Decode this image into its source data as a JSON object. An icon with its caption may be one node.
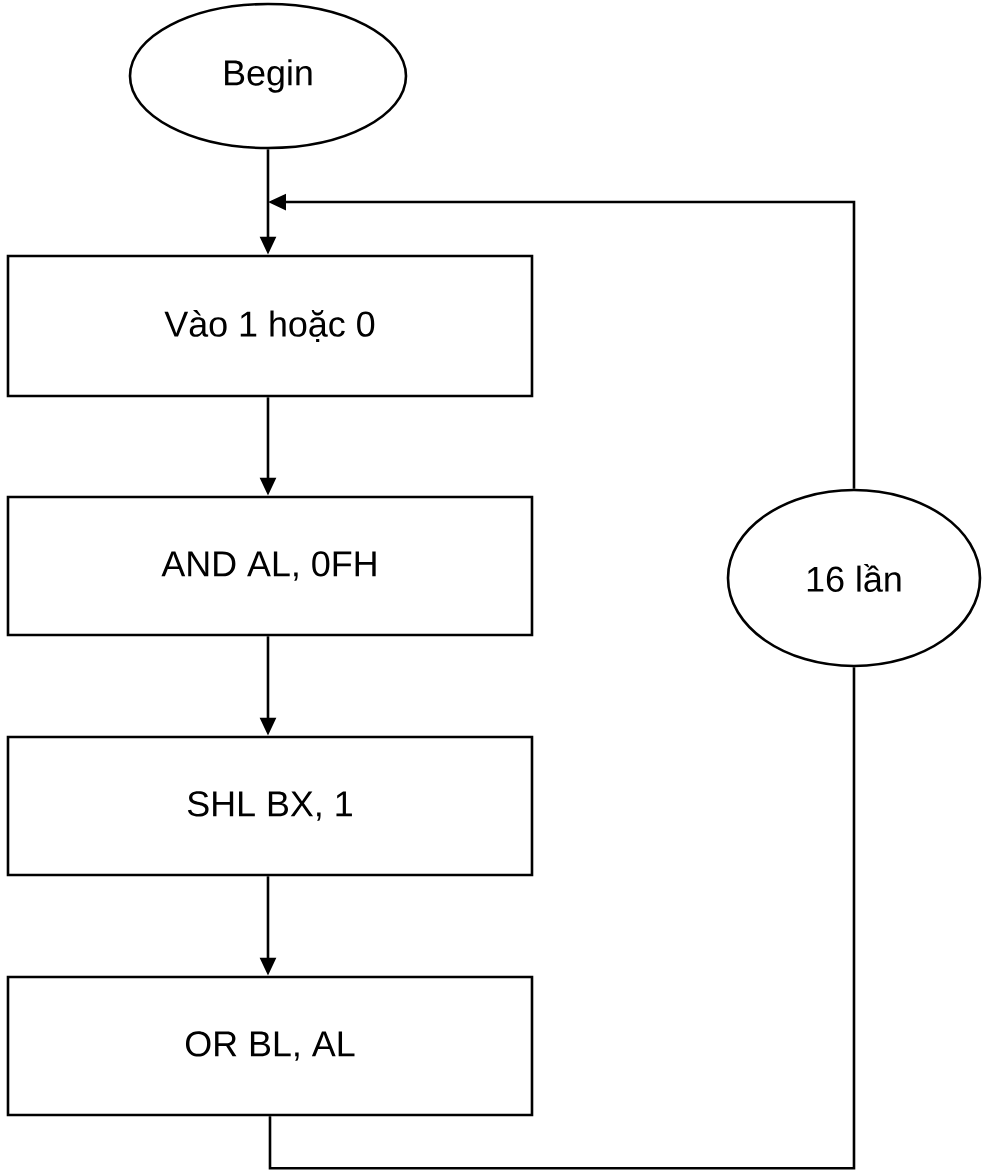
{
  "diagram": {
    "nodes": [
      {
        "text": [
          "Begin"
        ]
      },
      {
        "text": [
          "Vào 1 hoặc 0"
        ]
      },
      {
        "text": [
          "AND AL, 0FH"
        ]
      },
      {
        "text": [
          "SHL BX, 1"
        ]
      },
      {
        "text": [
          "OR BL, AL"
        ]
      },
      {
        "text": [
          "16 lần"
        ]
      }
    ],
    "edges": [
      {
        "from": 0,
        "to": 1,
        "arrow": "to"
      },
      {
        "from": 1,
        "to": 2,
        "arrow": "to"
      },
      {
        "from": 2,
        "to": 3,
        "arrow": "to"
      },
      {
        "from": 3,
        "to": 4,
        "arrow": "to"
      },
      {
        "from": 4,
        "to": 5,
        "arrow": "none"
      },
      {
        "from": 5,
        "to": 1,
        "arrow": "to"
      }
    ]
  }
}
